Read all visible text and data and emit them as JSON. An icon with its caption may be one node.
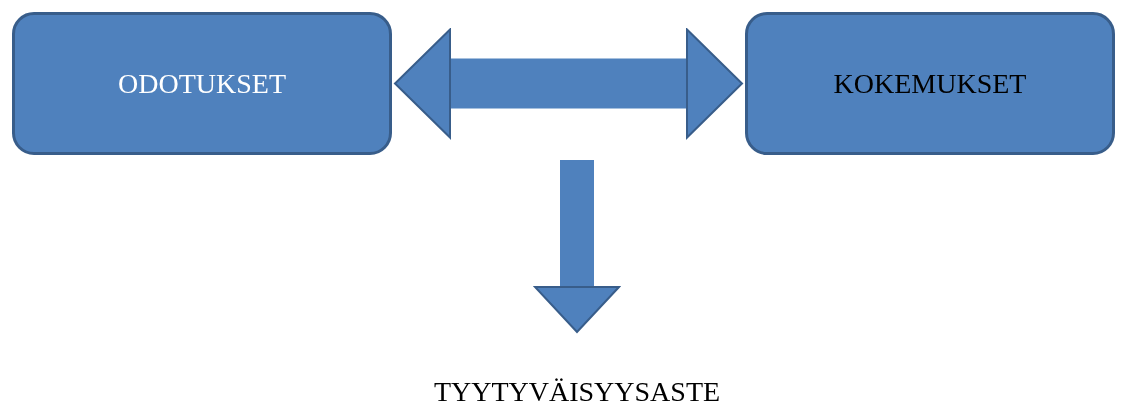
{
  "diagram": {
    "nodes": [
      {
        "text": [
          "ODOTUKSET"
        ]
      },
      {
        "text": [
          "KOKEMUKSET"
        ]
      },
      {
        "text": [
          "TYYTYVÄISYYSASTE"
        ]
      }
    ],
    "edges": [
      {
        "from": 0,
        "to": 1,
        "arrow": "both"
      },
      {
        "from": null,
        "to": 2,
        "arrow": "to"
      }
    ]
  }
}
